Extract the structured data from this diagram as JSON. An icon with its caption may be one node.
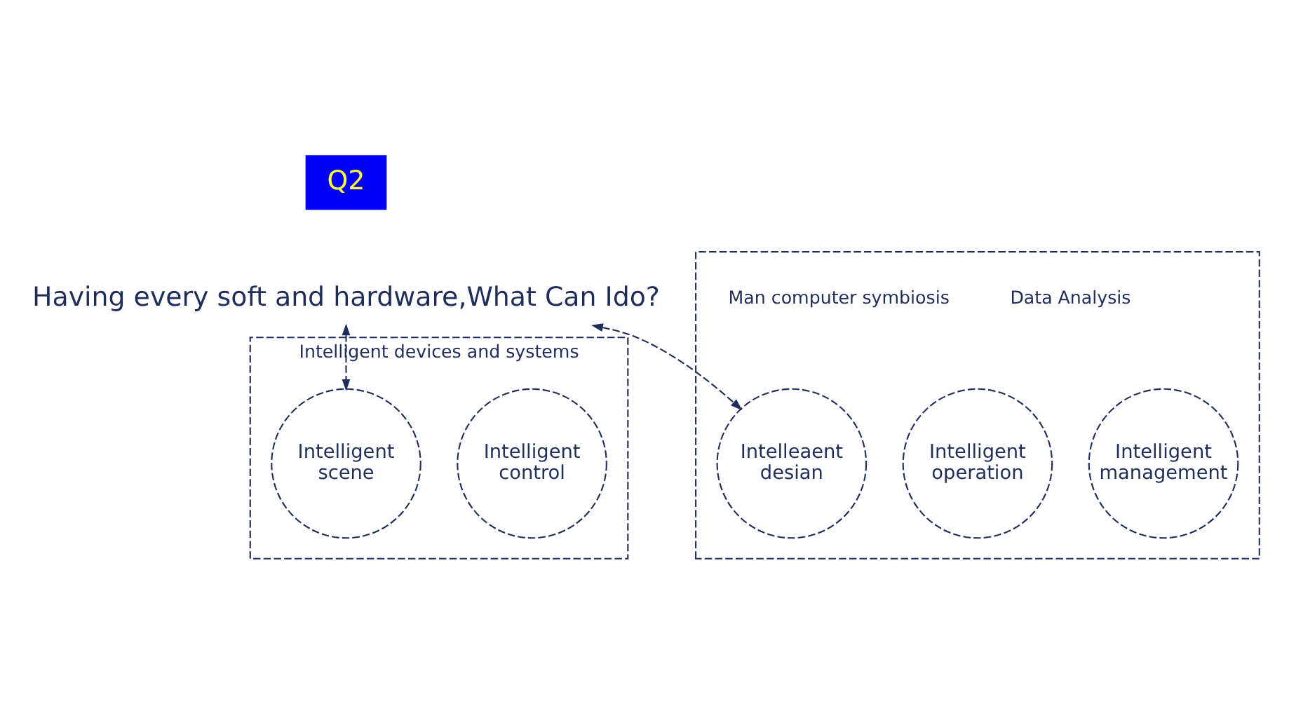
{
  "diagram": {
    "title": "Q2",
    "nodes": [
      {
        "text": [
          "Having every soft and hardware,What Can Ido?"
        ]
      },
      {
        "text": [
          "Intelligent devices and systems"
        ]
      },
      {
        "text": [
          "Intelligent scene"
        ],
        "in": 1
      },
      {
        "text": [
          "Intelligent control"
        ],
        "in": 1
      },
      {
        "text": [],
        "shape": "box"
      },
      {
        "text": [
          "Intelligent operation"
        ],
        "in": 4
      },
      {
        "text": [
          "Intelligent management"
        ],
        "in": 4
      },
      {
        "text": [
          "Intelleaent desian"
        ],
        "in": 4
      }
    ],
    "edges": [
      {
        "from": 0,
        "to": 2,
        "arrow": "both",
        "style": "dashed"
      },
      {
        "from": 0,
        "to": 7,
        "arrow": "both",
        "style": "dashed"
      }
    ],
    "labels": [
      "Data Analysis",
      "Man computer symbiosis"
    ]
  }
}
